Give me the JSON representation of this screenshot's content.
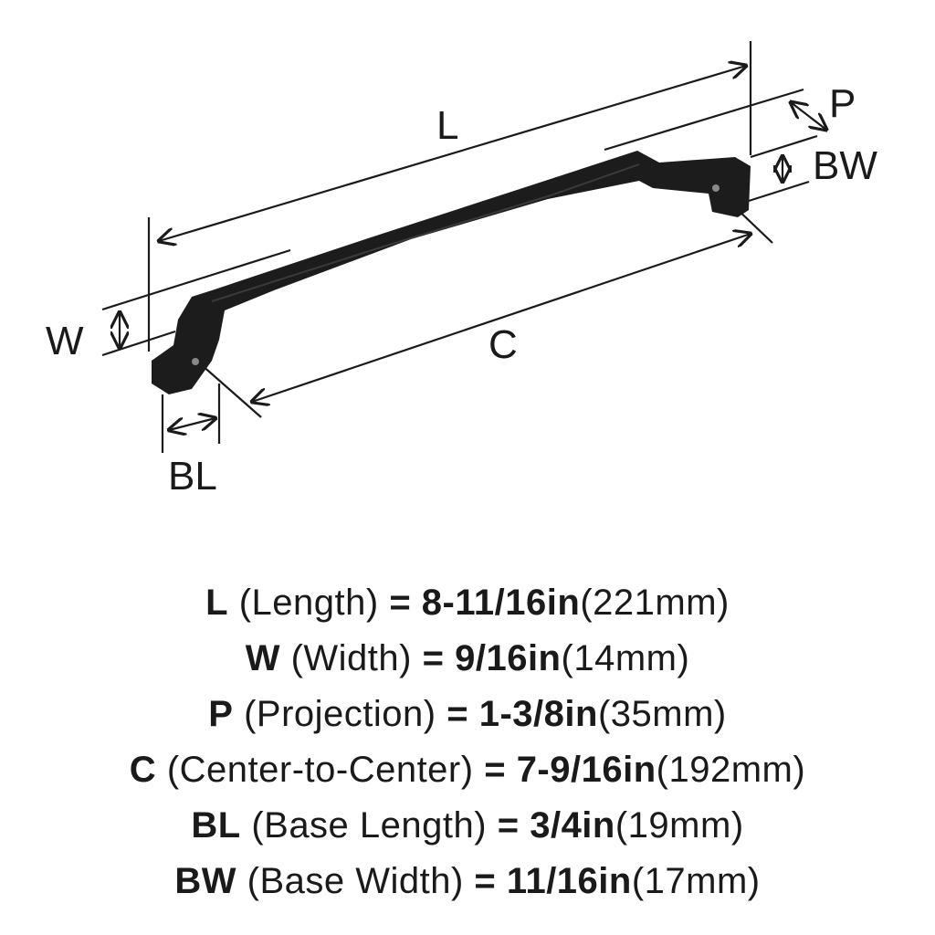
{
  "diagram": {
    "labels": {
      "L": "L",
      "C": "C",
      "W": "W",
      "BL": "BL",
      "BW": "BW",
      "P": "P"
    },
    "colors": {
      "ink": "#1a1a1a",
      "handle": "#1c1c1c"
    }
  },
  "specs": [
    {
      "code": "L",
      "name": "(Length)",
      "eq": "=",
      "imperial": "8-11/16in",
      "metric": "(221mm)"
    },
    {
      "code": "W",
      "name": "(Width)",
      "eq": "=",
      "imperial": "9/16in",
      "metric": "(14mm)"
    },
    {
      "code": "P",
      "name": "(Projection)",
      "eq": "=",
      "imperial": "1-3/8in",
      "metric": "(35mm)"
    },
    {
      "code": "C",
      "name": "(Center-to-Center)",
      "eq": "=",
      "imperial": "7-9/16in",
      "metric": "(192mm)"
    },
    {
      "code": "BL",
      "name": "(Base Length)",
      "eq": "=",
      "imperial": "3/4in",
      "metric": "(19mm)"
    },
    {
      "code": "BW",
      "name": "(Base Width)",
      "eq": "=",
      "imperial": "11/16in",
      "metric": "(17mm)"
    }
  ]
}
